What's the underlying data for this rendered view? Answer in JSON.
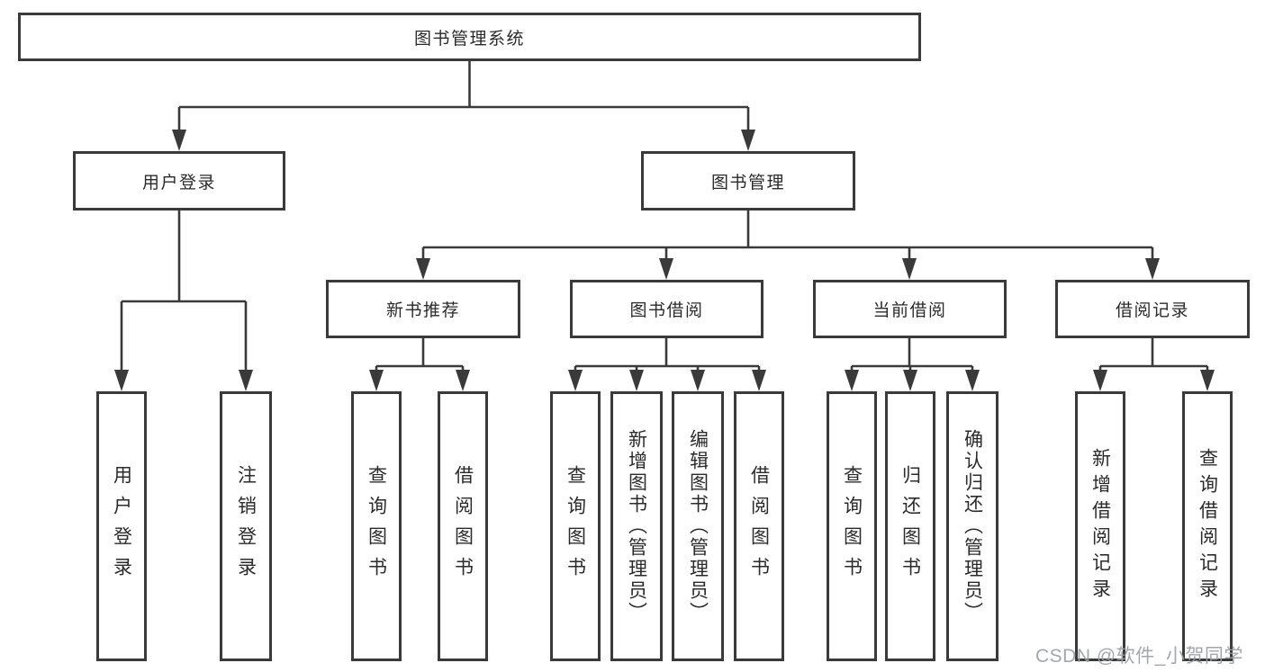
{
  "diagram": {
    "title": "图书管理系统",
    "level2": [
      {
        "label": "用户登录"
      },
      {
        "label": "图书管理"
      }
    ],
    "level3": [
      {
        "label": "新书推荐"
      },
      {
        "label": "图书借阅"
      },
      {
        "label": "当前借阅"
      },
      {
        "label": "借阅记录"
      }
    ],
    "leaves": [
      {
        "label": "用户登录"
      },
      {
        "label": "注销登录"
      },
      {
        "label": "查询图书"
      },
      {
        "label": "借阅图书"
      },
      {
        "label": "查询图书"
      },
      {
        "label": "新增图书（管理员）"
      },
      {
        "label": "编辑图书（管理员）"
      },
      {
        "label": "借阅图书"
      },
      {
        "label": "查询图书"
      },
      {
        "label": "归还图书"
      },
      {
        "label": "确认归还（管理员）"
      },
      {
        "label": "新增借阅记录"
      },
      {
        "label": "查询借阅记录"
      }
    ],
    "colors": {
      "line": "#3a3a3a",
      "box_border": "#3a3a3a",
      "text": "#2b2b2b",
      "background": "#ffffff",
      "watermark": "#9aa0a6"
    }
  },
  "watermark": {
    "text": "CSDN @软件_小贺同学"
  }
}
